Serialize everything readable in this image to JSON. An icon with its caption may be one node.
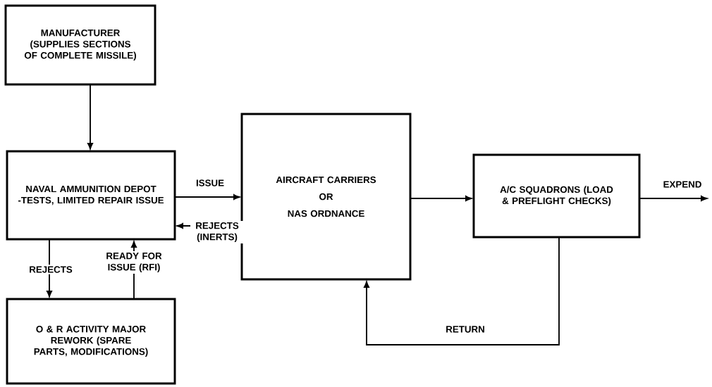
{
  "diagram": {
    "nodes": [
      {
        "text": [
          "MANUFACTURER (SUPPLIES SECTIONS OF COMPLETE MISSILE)"
        ]
      },
      {
        "text": [
          "NAVAL AMMUNITION DEPOT -TESTS, LIMITED REPAIR ISSUE"
        ]
      },
      {
        "text": [
          "O & R ACTIVITY MAJOR REWORK (SPARE PARTS, MODIFICATIONS)"
        ]
      },
      {
        "text": [
          "AIRCRAFT CARRIERS",
          "OR",
          "NAS ORDNANCE"
        ]
      },
      {
        "text": [
          "A/C SQUADRONS (LOAD & PREFLIGHT CHECKS)"
        ]
      }
    ],
    "edges": [
      {
        "from": 0,
        "to": 1,
        "arrow": "to"
      },
      {
        "from": 1,
        "to": 3,
        "arrow": "to",
        "label": "ISSUE"
      },
      {
        "from": 3,
        "to": 1,
        "arrow": "to",
        "label": "REJECTS (INERTS)"
      },
      {
        "from": 1,
        "to": 2,
        "arrow": "to",
        "label": "REJECTS"
      },
      {
        "from": 2,
        "to": 1,
        "arrow": "to",
        "label": "READY FOR ISSUE (RFI)"
      },
      {
        "from": 3,
        "to": 4,
        "arrow": "to"
      },
      {
        "from": 4,
        "to": null,
        "arrow": "to",
        "label": "EXPEND"
      },
      {
        "from": 4,
        "to": 3,
        "arrow": "to",
        "label": "RETURN"
      }
    ]
  }
}
